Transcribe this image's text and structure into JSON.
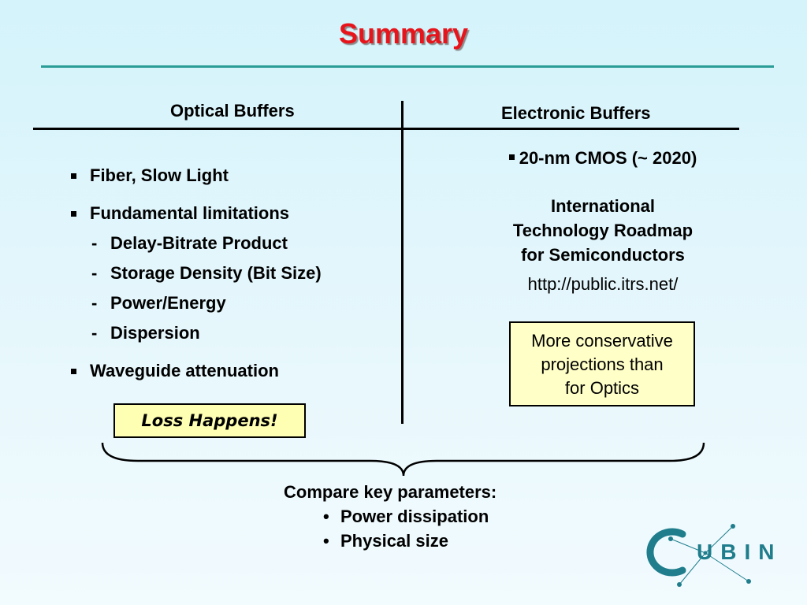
{
  "slide": {
    "title": "Summary",
    "left_heading": "Optical Buffers",
    "right_heading": "Electronic Buffers",
    "left_bullets": [
      "Fiber, Slow Light",
      "Fundamental limitations"
    ],
    "sub_bullets": [
      "Delay-Bitrate Product",
      "Storage Density (Bit Size)",
      "Power/Energy",
      "Dispersion"
    ],
    "last_bullet": "Waveguide attenuation",
    "loss_callout": "Loss Happens!",
    "cmos": "20-nm CMOS  (~ 2020)",
    "itrs": [
      "International",
      "Technology Roadmap",
      "for Semiconductors"
    ],
    "url": "http://public.itrs.net/",
    "conservative": [
      "More conservative",
      "projections than",
      "for Optics"
    ],
    "compare_heading": "Compare key parameters:",
    "compare_items": [
      "Power dissipation",
      "Physical size"
    ],
    "logo_text": "UBIN",
    "colors": {
      "title": "#e8141b",
      "rule": "#2a9d97",
      "logo": "#1f7d8c",
      "callout_fill": "#ffffb3"
    }
  }
}
